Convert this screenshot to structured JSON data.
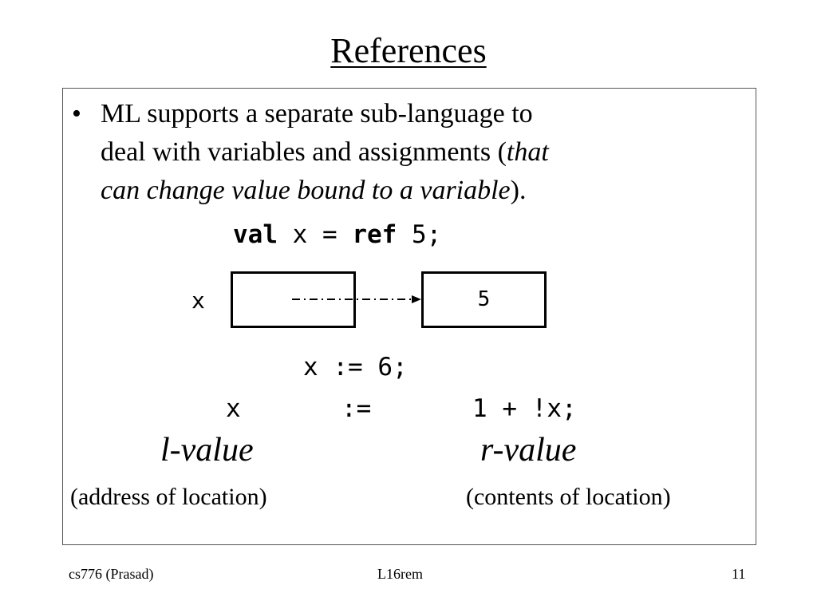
{
  "slide": {
    "title": "References",
    "bullet": {
      "symbol": "•",
      "line1": "ML supports a separate sub-language to",
      "line2_plain": "deal with variables and assignments (",
      "line2_italic": "that",
      "line3_italic": "can change value bound to a variable",
      "line3_plain": ")."
    },
    "code_decl": {
      "kw_val": "val",
      "mid": " x = ",
      "kw_ref": "ref",
      "tail": " 5;"
    },
    "diagram": {
      "var_label": "x",
      "cell_value": "5"
    },
    "assign1": "x := 6;",
    "assign2": {
      "lhs": "x",
      "op": ":=",
      "rhs": "1 + !x;"
    },
    "lvalue": {
      "label": "l-value",
      "desc": "(address of location)"
    },
    "rvalue": {
      "label": "r-value",
      "desc": "(contents of location)"
    }
  },
  "footer": {
    "left": "cs776 (Prasad)",
    "center": "L16rem",
    "right": "11"
  }
}
